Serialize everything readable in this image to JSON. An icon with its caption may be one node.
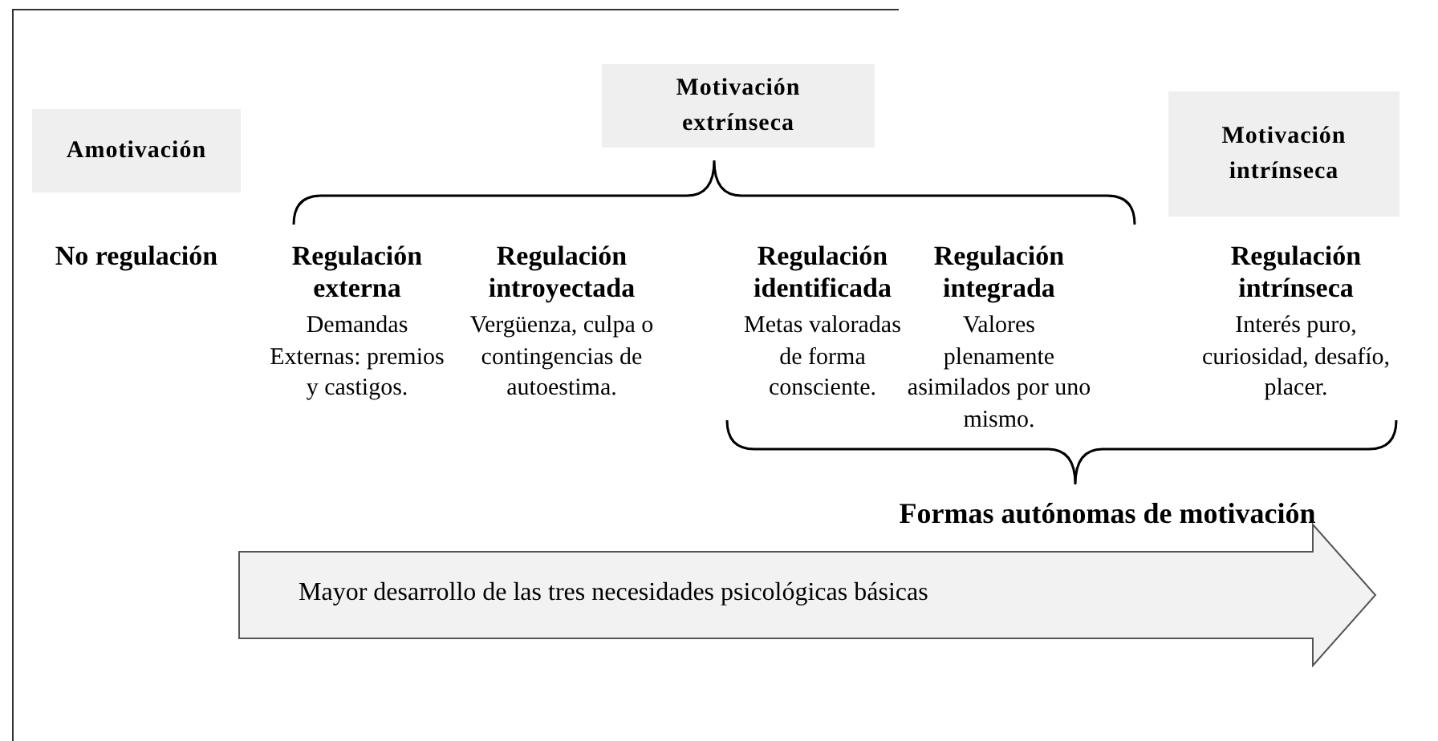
{
  "diagram": {
    "nodes": [
      {
        "text": [
          "Amotivación"
        ]
      },
      {
        "text": [
          "Motivación extrínseca"
        ]
      },
      {
        "text": [
          "Motivación intrínseca"
        ]
      },
      {
        "text": [
          "Mayor desarrollo de las tres necesidades psicológicas básicas"
        ]
      }
    ],
    "edges": [],
    "labels": [
      "No regulación",
      "Regulación externa",
      "Demandas Externas: premios y castigos.",
      "Regulación introyectada",
      "Vergüenza, culpa o contingencias de autoestima.",
      "Regulación identificada",
      "Metas valoradas de forma consciente.",
      "Regulación integrada",
      "Valores plenamente asimilados por uno mismo.",
      "Regulación intrínseca",
      "Interés puro, curiosidad, desafío, placer.",
      "Formas autónomas de motivación"
    ]
  }
}
